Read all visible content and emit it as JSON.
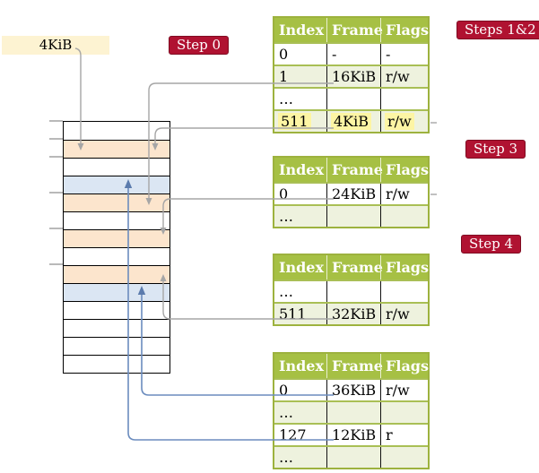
{
  "register_box": {
    "label": "4KiB"
  },
  "step_labels": {
    "step0": "Step 0",
    "steps_1_2": "Steps 1&2",
    "step3": "Step 3",
    "step4": "Step 4"
  },
  "table_headers": [
    "Index",
    "Frame",
    "Flags"
  ],
  "tables": [
    {
      "name": "page-table-steps-1-2",
      "rows": [
        {
          "index": "0",
          "frame": "-",
          "flags": "-",
          "shaded": false,
          "highlighted": false
        },
        {
          "index": "1",
          "frame": "16KiB",
          "flags": "r/w",
          "shaded": true,
          "highlighted": false
        },
        {
          "index": "…",
          "frame": "",
          "flags": "",
          "shaded": false,
          "highlighted": false
        },
        {
          "index": "511",
          "frame": "4KiB",
          "flags": "r/w",
          "shaded": true,
          "highlighted": true
        }
      ]
    },
    {
      "name": "page-table-step-3",
      "rows": [
        {
          "index": "0",
          "frame": "24KiB",
          "flags": "r/w",
          "shaded": false,
          "highlighted": false
        },
        {
          "index": "…",
          "frame": "",
          "flags": "",
          "shaded": true,
          "highlighted": false
        }
      ]
    },
    {
      "name": "page-table-step-4a",
      "rows": [
        {
          "index": "…",
          "frame": "",
          "flags": "",
          "shaded": false,
          "highlighted": false
        },
        {
          "index": "511",
          "frame": "32KiB",
          "flags": "r/w",
          "shaded": true,
          "highlighted": false
        }
      ]
    },
    {
      "name": "page-table-step-4b",
      "rows": [
        {
          "index": "0",
          "frame": "36KiB",
          "flags": "r/w",
          "shaded": false,
          "highlighted": false
        },
        {
          "index": "…",
          "frame": "",
          "flags": "",
          "shaded": true,
          "highlighted": false
        },
        {
          "index": "127",
          "frame": "12KiB",
          "flags": "r",
          "shaded": false,
          "highlighted": false
        },
        {
          "index": "…",
          "frame": "",
          "flags": "",
          "shaded": true,
          "highlighted": false
        }
      ]
    }
  ],
  "memory_column": {
    "row_fills": [
      "white",
      "orange",
      "white",
      "blue",
      "orange",
      "white",
      "orange",
      "white",
      "orange",
      "blue",
      "white",
      "white",
      "white",
      "white"
    ]
  },
  "colors": {
    "table_header_green": "#a6c044",
    "table_row_green": "#eef2de",
    "highlight_yellow": "#fdf5a4",
    "step_label_red": "#b01231",
    "register_cream": "#fdf3d2",
    "memory_orange": "#fce5cd",
    "memory_blue": "#dbe6f3",
    "connector_gray": "#a6a6a6",
    "connector_blue": "#6b8cbe"
  }
}
